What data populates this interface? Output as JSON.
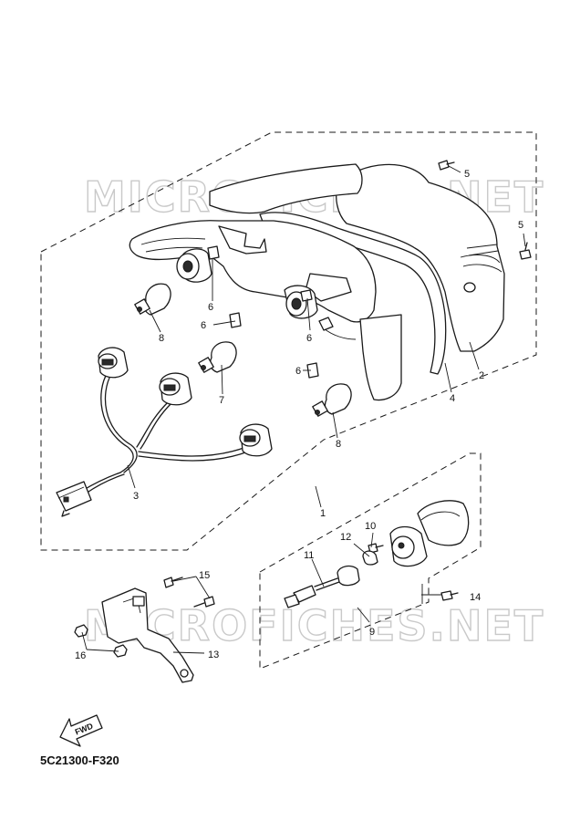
{
  "watermark": "MICROFICHES.NET",
  "diagram_code": "5C21300-F320",
  "fwd_label": "FWD",
  "callouts": {
    "c1": "1",
    "c2": "2",
    "c3": "3",
    "c4": "4",
    "c5a": "5",
    "c5b": "5",
    "c6a": "6",
    "c6b": "6",
    "c6c": "6",
    "c6d": "6",
    "c7": "7",
    "c8a": "8",
    "c8b": "8",
    "c9": "9",
    "c10": "10",
    "c11": "11",
    "c12": "12",
    "c13": "13",
    "c14": "14",
    "c15": "15",
    "c16": "16"
  }
}
